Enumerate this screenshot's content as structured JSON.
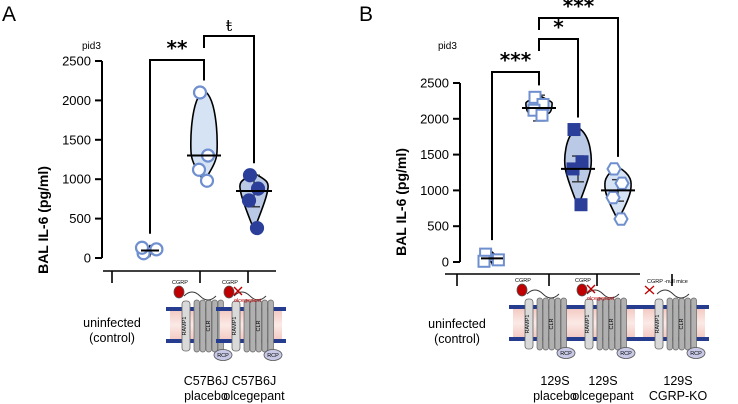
{
  "panels": {
    "A": {
      "letter": "A",
      "timepoint": "pid3"
    },
    "B": {
      "letter": "B",
      "timepoint": "pid3"
    }
  },
  "colors": {
    "open_marker": "#6f8fcf",
    "filled_marker": "#2b3f9a",
    "violin_fill": "#d5e3f5",
    "violin_fill_dark": "#b9c9e6",
    "membrane": "#263c8f",
    "ligand_red": "#c00000",
    "receptor_gray": "#b0b0b0"
  },
  "chart_data": [
    {
      "panel": "A",
      "type": "violin-scatter",
      "ylabel": "BAL IL-6 (pg/ml)",
      "yticks": [
        0,
        500,
        1000,
        1500,
        2000,
        2500
      ],
      "ylim": [
        0,
        2500
      ],
      "categories": [
        {
          "line1": "uninfected",
          "line2": "(control)"
        },
        {
          "line1": "C57B6J",
          "line2": "placebo"
        },
        {
          "line1": "C57B6J",
          "line2": "olcegepant"
        }
      ],
      "series": [
        {
          "values": [
            60,
            110,
            130
          ],
          "mean": 95,
          "marker": "open-circle"
        },
        {
          "values": [
            2100,
            1300,
            1120,
            980
          ],
          "mean": 1300,
          "marker": "open-circle"
        },
        {
          "values": [
            1050,
            880,
            730,
            380
          ],
          "mean": 850,
          "error": 200,
          "marker": "filled-circle"
        }
      ],
      "significance": [
        {
          "label": "**",
          "from": 0,
          "to": 1
        },
        {
          "label": "ŧ",
          "from": 1,
          "to": 2
        }
      ],
      "diagram_labels": {
        "cgrp": "CGRP",
        "antagonist": "olcegepant",
        "ramp1": "RAMP1",
        "clr": "CLR",
        "rcp": "RCP"
      }
    },
    {
      "panel": "B",
      "type": "violin-scatter",
      "ylabel": "BAL IL-6 (pg/ml)",
      "yticks": [
        0,
        500,
        1000,
        1500,
        2000,
        2500
      ],
      "ylim": [
        0,
        2500
      ],
      "categories": [
        {
          "line1": "uninfected",
          "line2": "(control)"
        },
        {
          "line1": "129S",
          "line2": "placebo"
        },
        {
          "line1": "129S",
          "line2": "olcegepant"
        },
        {
          "line1": "129S",
          "line2": "CGRP-KO"
        }
      ],
      "series": [
        {
          "values": [
            110,
            30,
            10
          ],
          "mean": 50,
          "marker": "open-square"
        },
        {
          "values": [
            2300,
            2200,
            2120,
            2050
          ],
          "mean": 2150,
          "error": 180,
          "marker": "open-square"
        },
        {
          "values": [
            1850,
            1400,
            1300,
            800
          ],
          "mean": 1300,
          "error": 180,
          "marker": "filled-square"
        },
        {
          "values": [
            1300,
            1100,
            900,
            600
          ],
          "mean": 1000,
          "error": 150,
          "marker": "open-hexagon"
        }
      ],
      "significance": [
        {
          "label": "***",
          "from": 0,
          "to": 1
        },
        {
          "label": "*",
          "from": 1,
          "to": 2
        },
        {
          "label": "***",
          "from": 1,
          "to": 3
        }
      ],
      "diagram_labels": {
        "cgrp": "CGRP",
        "antagonist": "olcegepant",
        "null": "CGRP -null  mice",
        "ramp1": "RAMP1",
        "clr": "CLR",
        "rcp": "RCP"
      }
    }
  ]
}
